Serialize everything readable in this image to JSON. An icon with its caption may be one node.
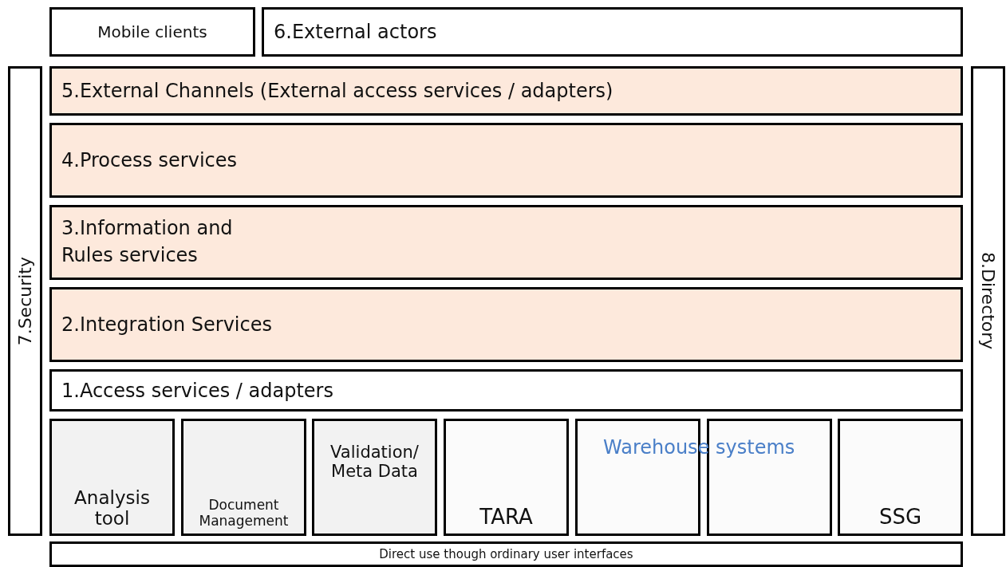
{
  "diagram": {
    "nodes": [
      {
        "text": [
          "Mobile clients"
        ]
      },
      {
        "text": [
          "6.External actors"
        ]
      },
      {
        "text": [
          "7.Security"
        ]
      },
      {
        "text": [
          "5.External Channels (External access services / adapters)"
        ]
      },
      {
        "text": [
          "4.Process services"
        ]
      },
      {
        "text": [
          "3.Information and Rules services"
        ]
      },
      {
        "text": [
          "2.Integration Services"
        ]
      },
      {
        "text": [
          "1.Access services / adapters"
        ]
      },
      {
        "text": [
          "Analysis tool"
        ]
      },
      {
        "text": [
          "Document Management"
        ]
      },
      {
        "text": [
          "Validation/ Meta Data"
        ]
      },
      {
        "text": [
          "TARA"
        ]
      },
      {
        "text": [],
        "shape": "box"
      },
      {
        "text": [],
        "shape": "box"
      },
      {
        "text": [
          "SSG"
        ]
      },
      {
        "text": [
          "8.Directory"
        ]
      },
      {
        "text": [
          "Direct use though ordinary user interfaces"
        ]
      }
    ],
    "labels": [
      "Warehouse systems"
    ]
  }
}
